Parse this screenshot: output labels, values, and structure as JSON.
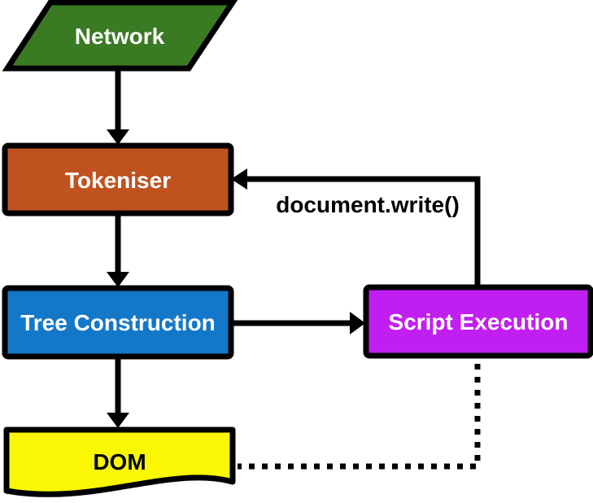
{
  "diagram": {
    "nodes": [
      {
        "id": "network",
        "label": "Network",
        "shape": "parallelogram",
        "fill": "#397a23",
        "text_color": "#ffffff"
      },
      {
        "id": "tokeniser",
        "label": "Tokeniser",
        "shape": "rectangle",
        "fill": "#c0521f",
        "text_color": "#ffffff"
      },
      {
        "id": "tree-construction",
        "label": "Tree Construction",
        "shape": "rectangle",
        "fill": "#1478c8",
        "text_color": "#ffffff"
      },
      {
        "id": "script-execution",
        "label": "Script Execution",
        "shape": "rectangle",
        "fill": "#c11ff2",
        "text_color": "#ffffff"
      },
      {
        "id": "dom",
        "label": "DOM",
        "shape": "document",
        "fill": "#fbf704",
        "text_color": "#000000"
      }
    ],
    "edges": [
      {
        "from": "Network",
        "to": "Tokeniser",
        "style": "solid",
        "label": ""
      },
      {
        "from": "Tokeniser",
        "to": "Tree Construction",
        "style": "solid",
        "label": ""
      },
      {
        "from": "Tree Construction",
        "to": "Script Execution",
        "style": "solid",
        "label": ""
      },
      {
        "from": "Script Execution",
        "to": "Tokeniser",
        "style": "solid",
        "label": "document.write()",
        "label_color": "#000000"
      },
      {
        "from": "Tree Construction",
        "to": "DOM",
        "style": "solid",
        "label": ""
      },
      {
        "from": "Script Execution",
        "to": "DOM",
        "style": "dotted",
        "label": ""
      }
    ]
  },
  "colors": {
    "line": "#000000",
    "background": "#ffffff"
  }
}
